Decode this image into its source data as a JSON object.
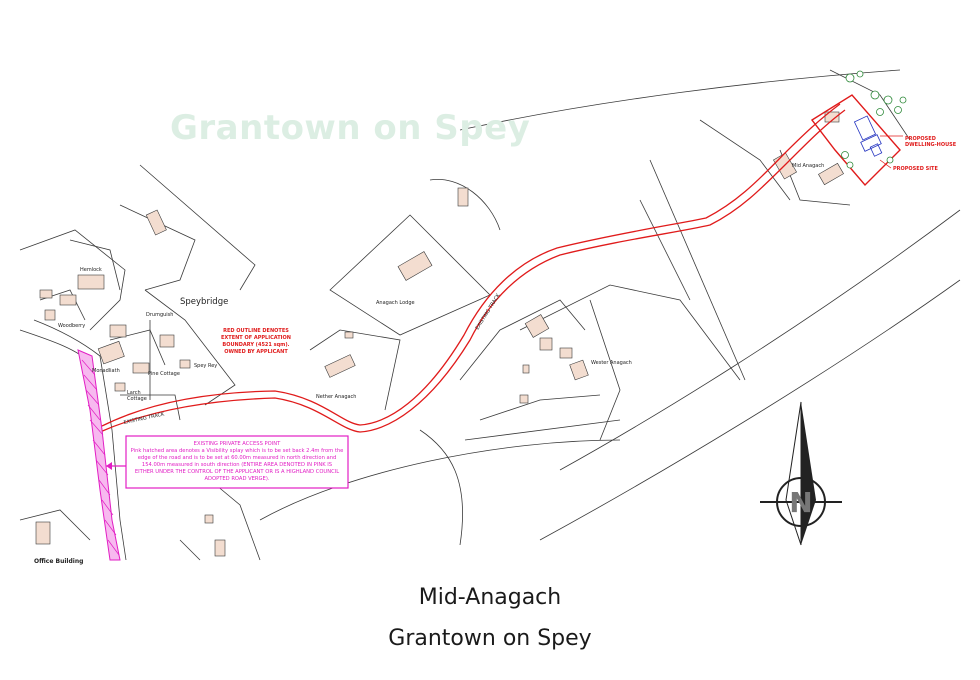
{
  "watermark": "Grantown on Spey",
  "caption": {
    "line1": "Mid-Anagach",
    "line2": "Grantown on Spey"
  },
  "map_labels": {
    "speybridge": "Speybridge",
    "hemlock": "Hemlock",
    "woodberry": "Woodberry",
    "drumguish": "Drumguish",
    "monadliath": "Monadliath",
    "pine_cottage": "Pine Cottage",
    "spey_rey": "Spey Rey",
    "larch_cottage": "Larch\nCottage",
    "anagach_lodge": "Anagach Lodge",
    "nether_anagach": "Nether Anagach",
    "wester_anagach": "Wester Anagach",
    "mid_anagach": "Mid Anagach",
    "existing_track_1": "EXISTING TRACK",
    "existing_track_2": "EXISTING TRACK",
    "office_building": "Office Building",
    "proposed_dwelling": "PROPOSED\nDWELLING-HOUSE",
    "proposed_site": "PROPOSED SITE",
    "north": "N"
  },
  "red_note": {
    "lines": [
      "RED OUTLINE DENOTES",
      "EXTENT OF APPLICATION",
      "BOUNDARY (4521 sqm).",
      "OWNED BY APPLICANT"
    ]
  },
  "pink_note": {
    "lines": [
      "EXISTING PRIVATE ACCESS POINT",
      "Pink hatched area denotes a Visibility splay which is to be set back 2.4m from the",
      "edge of the road and is to be set at 60.00m measured in north direction and",
      "154.00m measured in south direction (ENTIRE AREA DENOTED IN PINK IS",
      "EITHER UNDER THE CONTROL OF THE APPLICANT OR IS A HIGHLAND COUNCIL",
      "ADOPTED ROAD VERGE)."
    ]
  },
  "colors": {
    "boundary_red": "#e01b1b",
    "splay_pink": "#e21ec4",
    "lines": "#3a3a3a",
    "watermark": "#dceee3"
  }
}
